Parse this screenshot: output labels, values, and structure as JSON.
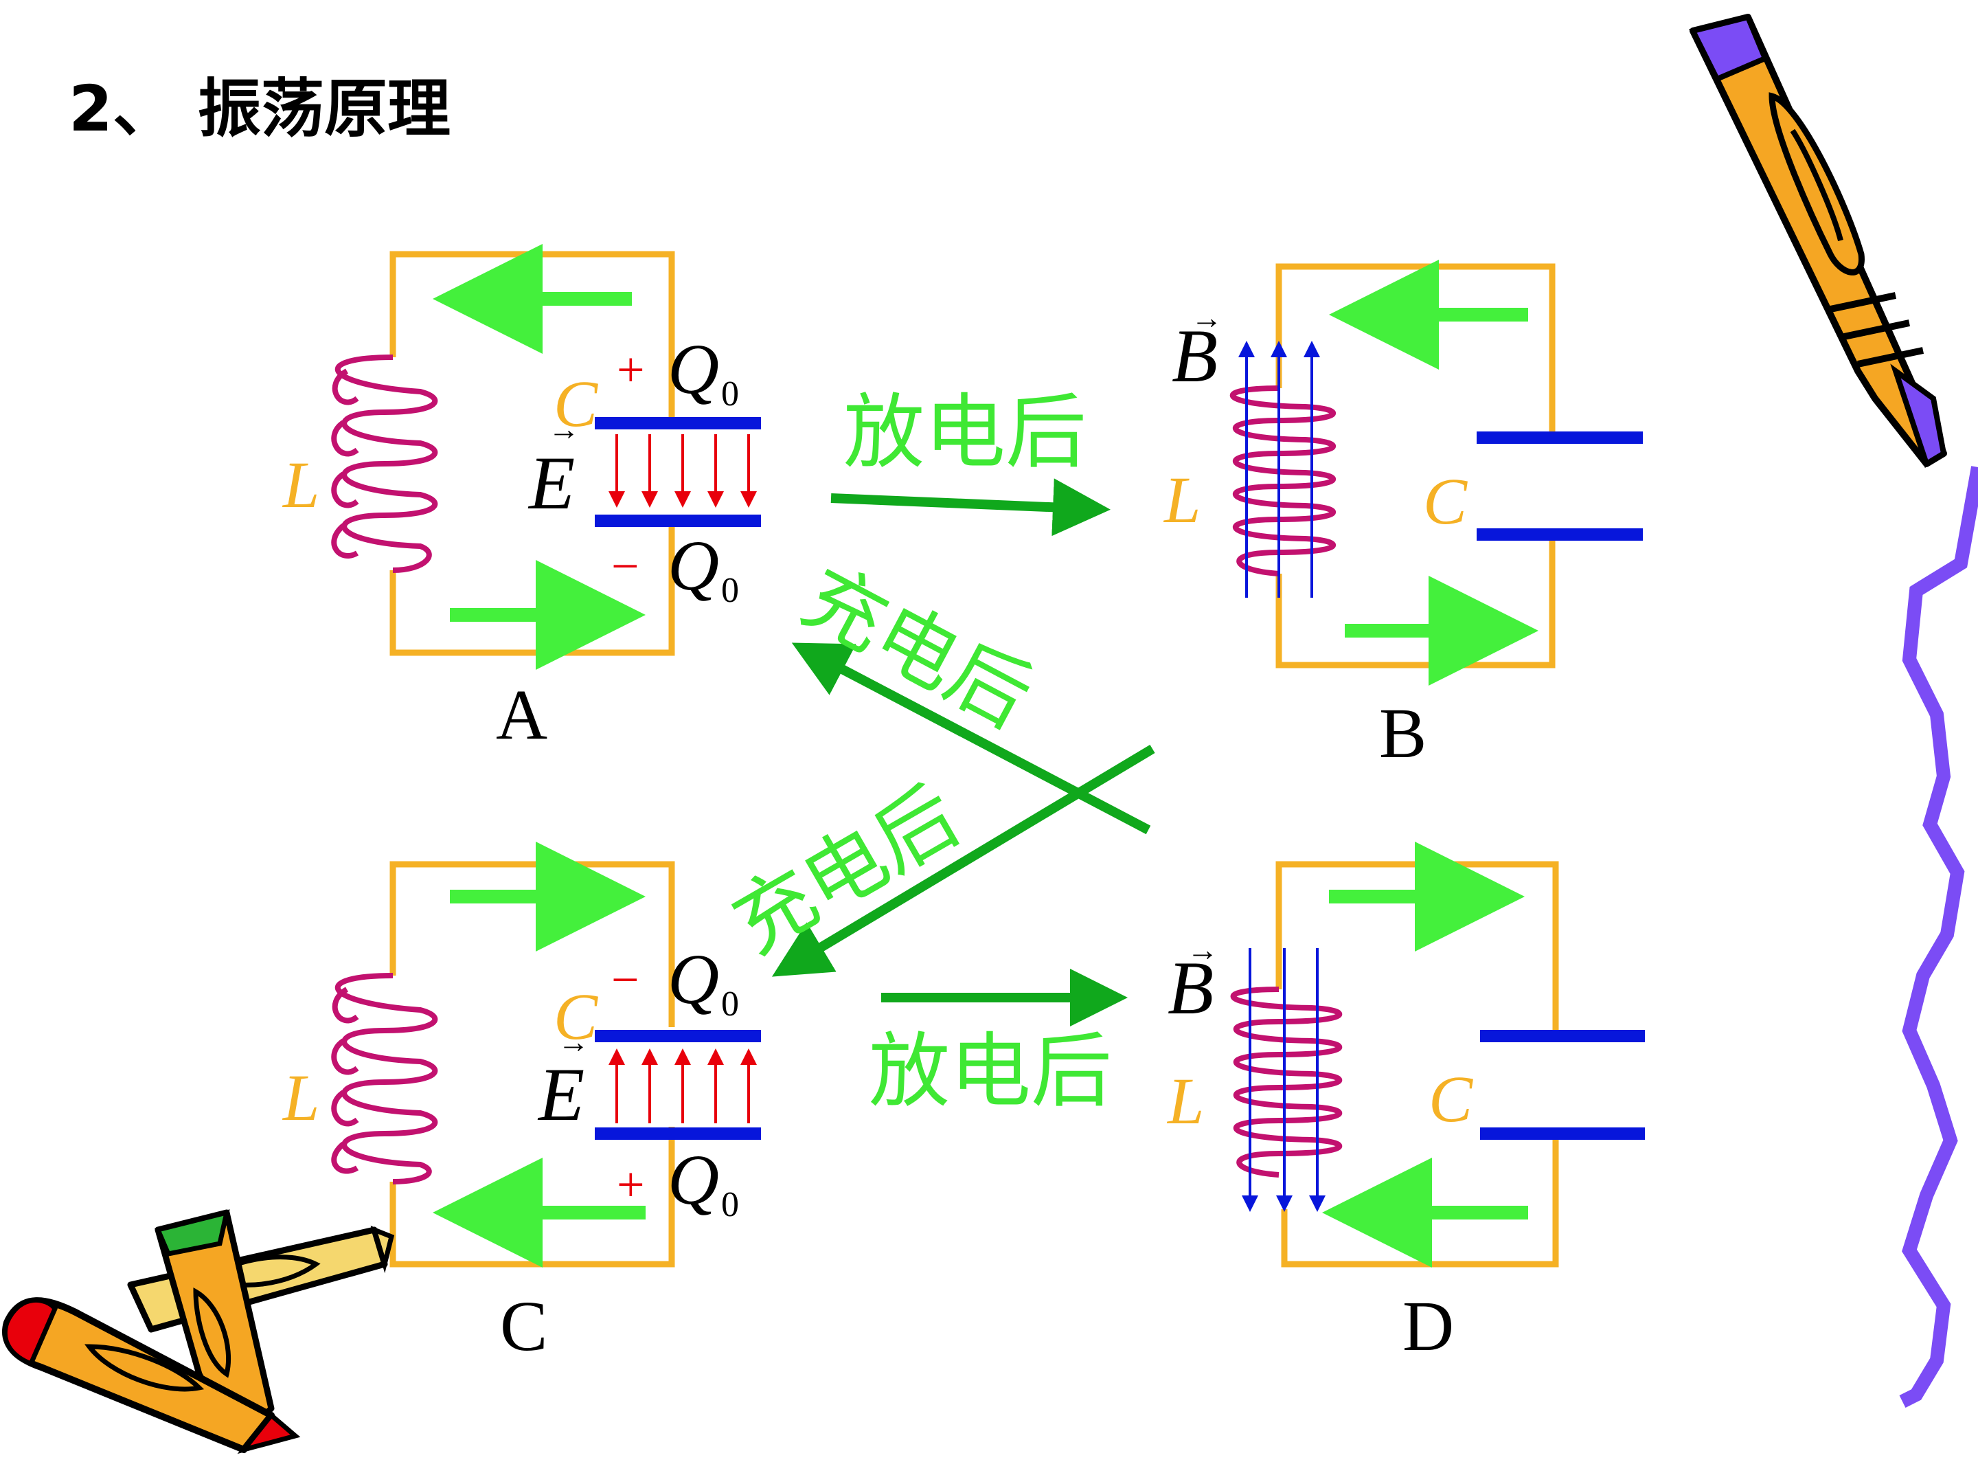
{
  "slide": {
    "title": "2、   振荡原理"
  },
  "colors": {
    "wire": "#F5B125",
    "current_arrow": "#44F03C",
    "transition_arrow": "#10A81C",
    "transition_text": "#3FE834",
    "coil": "#C2116F",
    "plate": "#0716DB",
    "e_field": "#E8000B",
    "b_field": "#0716DB",
    "label_orange": "#F5B125",
    "squiggle": "#7B4CF5"
  },
  "symbols": {
    "L": "L",
    "C": "C",
    "E": "E",
    "B": "B",
    "Q": "Q",
    "zero": "0",
    "plus": "+",
    "minus": "−",
    "vec": "→"
  },
  "panels": [
    {
      "id": "A",
      "label": "A"
    },
    {
      "id": "B",
      "label": "B"
    },
    {
      "id": "C",
      "label": "C"
    },
    {
      "id": "D",
      "label": "D"
    }
  ],
  "transitions": {
    "a_to_b": "放电后",
    "b_to_c": "充电后",
    "d_to_a": "充电后",
    "c_to_d": "放电后"
  },
  "icons": [
    "pencil-icon",
    "crayons-icon"
  ]
}
